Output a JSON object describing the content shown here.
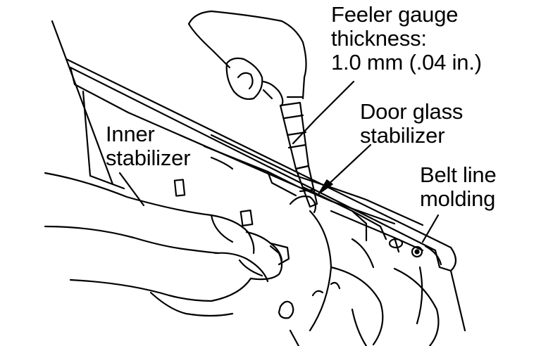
{
  "labels": {
    "feeler_gauge": [
      "Feeler gauge",
      "thickness:",
      "1.0 mm (.04 in.)"
    ],
    "door_glass_stabilizer": [
      "Door glass",
      "stabilizer"
    ],
    "inner_stabilizer": [
      "Inner",
      "stabilizer"
    ],
    "belt_line_molding": [
      "Belt line",
      "molding"
    ]
  },
  "colors": {
    "ink": "#000000",
    "paper": "#ffffff"
  }
}
